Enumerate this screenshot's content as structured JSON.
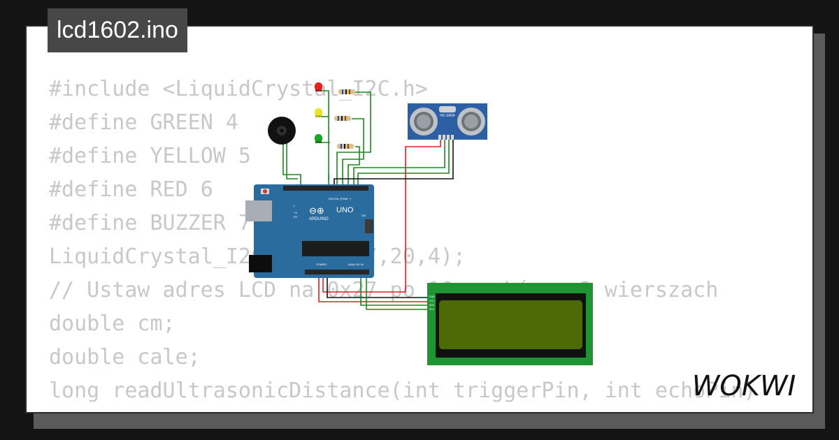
{
  "title": "lcd1602.ino",
  "code_lines": [
    "#include <LiquidCrystal_I2C.h>",
    "#define GREEN 4",
    "#define YELLOW 5",
    "#define RED 6",
    "#define BUZZER 7",
    "LiquidCrystal_I2C lcd(0x27,20,4);",
    "// Ustaw adres LCD na 0x27 po 16 znaków w 2 wierszach",
    "double cm;",
    "double cale;",
    "long readUltrasonicDistance(int triggerPin, int echoPin)",
    "{"
  ],
  "arduino": {
    "model": "UNO",
    "brand": "ARDUINO",
    "digital_label": "DIGITAL (PWM ~)",
    "analog_label": "ANALOG IN",
    "power_label": "POWER",
    "tx_label": "TX",
    "rx_label": "RX",
    "l_label": "L",
    "on_label": "ON"
  },
  "sensor_label": "HC-SR04",
  "lcd_pins": [
    "GND",
    "VCC",
    "SDA",
    "SCL"
  ],
  "brand_logo_text": "WOKWI",
  "colors": {
    "background": "#141414",
    "card": "#ffffff",
    "title_bg": "#474747",
    "code_text": "#c8c8c8",
    "arduino_board": "#2b6c9f",
    "lcd_frame": "#1f9433",
    "lcd_screen": "#4c6b07",
    "wire_green": "#1a8a1a",
    "wire_red": "#e02020",
    "wire_black": "#101010"
  }
}
